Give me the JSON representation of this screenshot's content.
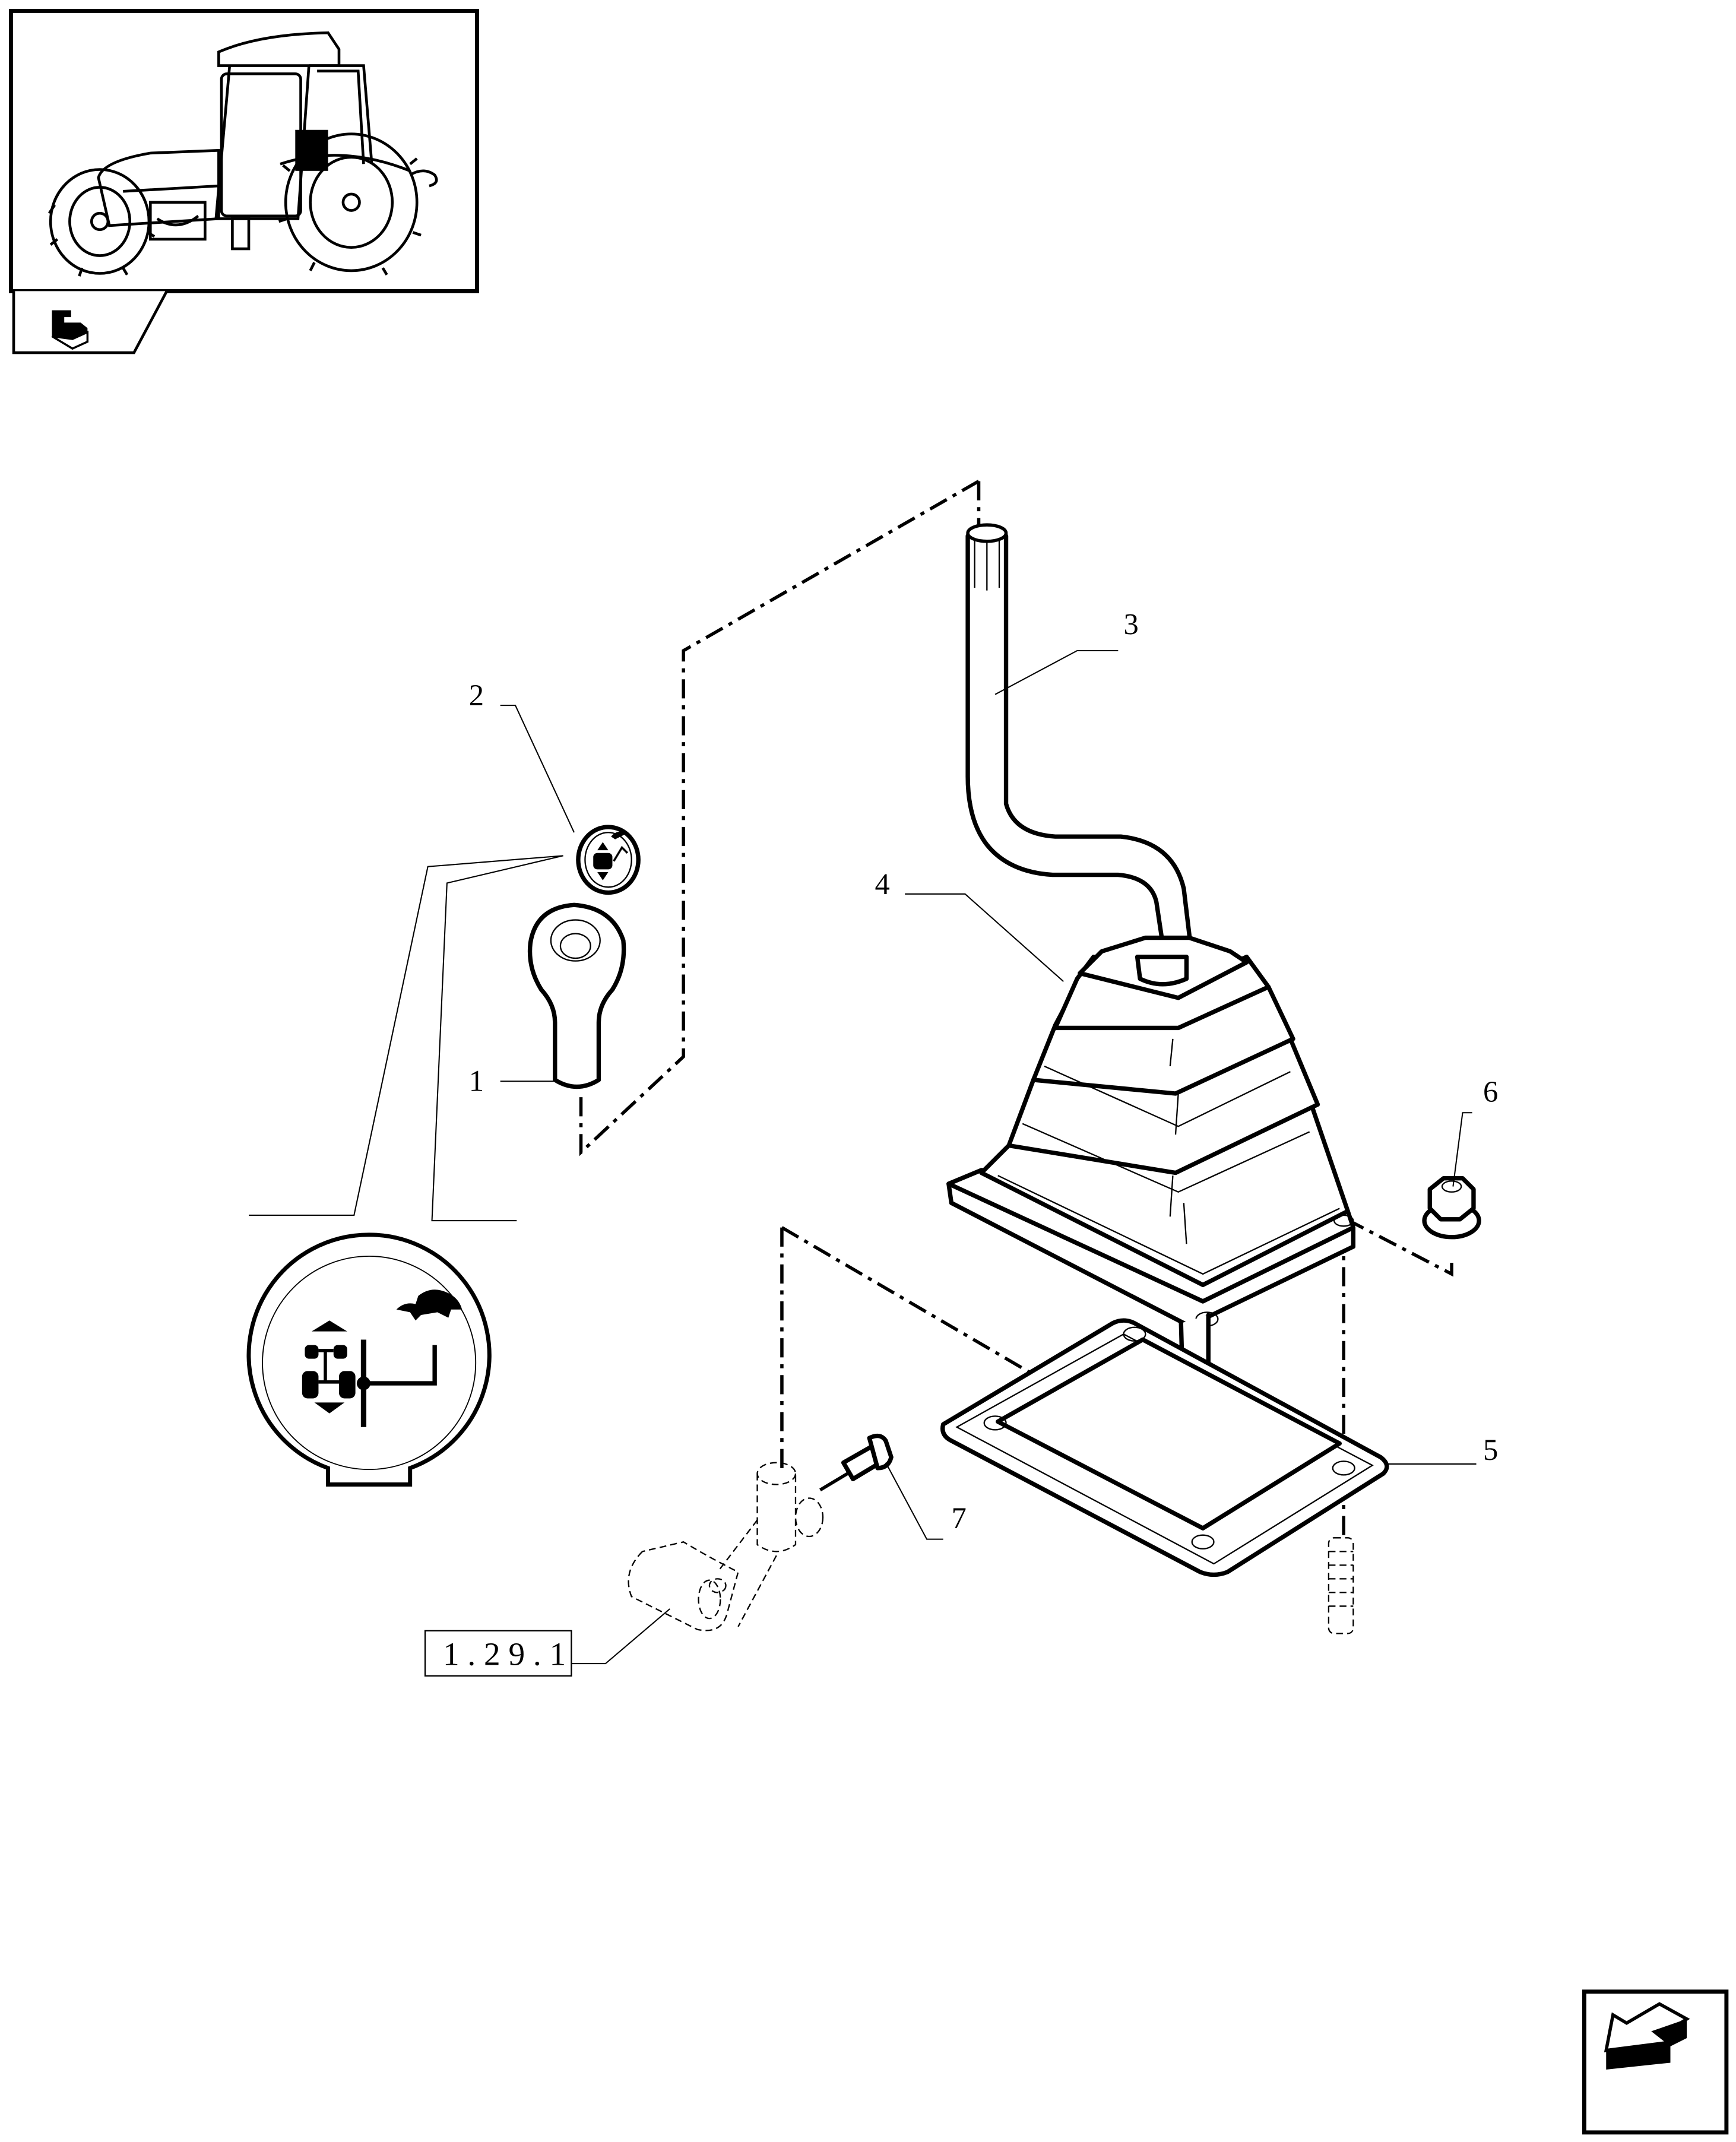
{
  "page": {
    "type": "exploded parts diagram",
    "subject": "gear shift lever assembly with knob, boot and gasket"
  },
  "header": {
    "thumbnail": {
      "description": "tractor with cab, highlighted location marker",
      "highlight_color": "#000000"
    },
    "tab_icon": "book-hand-icon"
  },
  "callouts": [
    {
      "number": "1",
      "part": "knob"
    },
    {
      "number": "2",
      "part": "decal / emblem"
    },
    {
      "number": "3",
      "part": "shift lever"
    },
    {
      "number": "4",
      "part": "rubber boot"
    },
    {
      "number": "5",
      "part": "gasket plate"
    },
    {
      "number": "6",
      "part": "flange nut"
    },
    {
      "number": "7",
      "part": "screw"
    }
  ],
  "reference": {
    "label": "1.29.1"
  },
  "decal_detail": {
    "symbols": [
      "turtle-icon",
      "four-wheel-drive-icon",
      "gear-pattern-icon"
    ]
  },
  "navigation": {
    "next_icon": "arrow-back-icon"
  },
  "colors": {
    "line": "#000000",
    "background": "#ffffff"
  }
}
